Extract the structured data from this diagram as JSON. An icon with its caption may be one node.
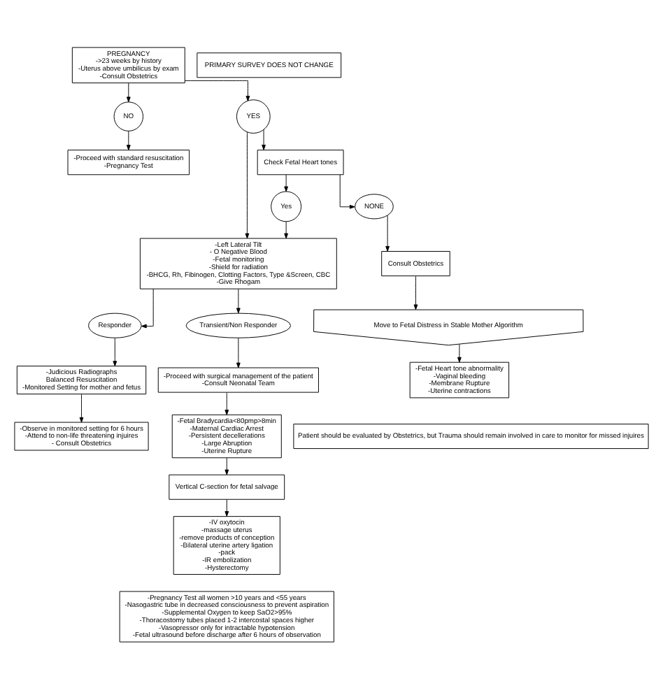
{
  "diagram": {
    "nodes": [
      {
        "text": [
          "PREGNANCY",
          "->23 weeks by history",
          "-Uterus above umbilicus by exam",
          "-Consult Obstetrics"
        ]
      },
      {
        "text": [
          "PRIMARY SURVEY DOES NOT CHANGE"
        ]
      },
      {
        "text": [
          "NO"
        ]
      },
      {
        "text": [
          "-Proceed with standard resuscitation",
          "-Pregnancy Test"
        ]
      },
      {
        "text": [
          "YES"
        ]
      },
      {
        "text": [
          "Check Fetal Heart tones"
        ]
      },
      {
        "text": [
          "Yes"
        ]
      },
      {
        "text": [
          "NONE"
        ]
      },
      {
        "text": [
          "Consult Obstetrics"
        ]
      },
      {
        "text": [
          "-Left Lateral Tilt",
          "- O Negative Blood",
          "-Fetal monitoring",
          "-Shield for radiation",
          "-BHCG, Rh, Fibinogen, Clotting Factors, Type &Screen, CBC",
          "-Give Rhogam"
        ]
      },
      {
        "text": [
          "Transient/Non Responder"
        ]
      },
      {
        "text": [
          "Responder"
        ]
      },
      {
        "text": [
          "Move to Fetal Distress in Stable Mother Algorithm"
        ]
      },
      {
        "text": [
          "-Proceed with surgical management of the patient",
          "-Consult Neonatal Team"
        ]
      },
      {
        "text": [
          "-Judicious Radiographs",
          "Balanced Resuscitation",
          "-Monitored Setting for mother and fetus"
        ]
      },
      {
        "text": [
          "-Fetal Heart tone abnormality",
          "-Vaginal bleeding",
          "-Membrane Rupture",
          "-Uterine contractions"
        ]
      },
      {
        "text": [
          "-Fetal Bradycardia<80pmp>8min",
          "-Maternal Cardiac Arrest",
          "-Persistent decellerations",
          "-Large Abruption",
          "-Uterine Rupture"
        ]
      },
      {
        "text": [
          "-Observe in monitored setting for 6 hours",
          "-Attend to non-life threatening injuires",
          "- Consult Obstetrics"
        ]
      },
      {
        "text": [
          "Patient should be evaluated by Obstetrics, but Trauma should remain involved in care to monitor for missed injuires"
        ]
      },
      {
        "text": [
          "Vertical C-section for fetal salvage"
        ]
      },
      {
        "text": [
          "-IV oxytocin",
          "-massage uterus",
          "-remove products of conception",
          "-Bilateral uterine artery ligation",
          "-pack",
          "-IR embolization",
          "-Hysterectomy"
        ]
      },
      {
        "text": [
          "-Pregnancy Test all women >10 years and <55 years",
          "-Nasogastric tube in decreased consciousness to prevent aspiration",
          "-Supplemental Oxygen to keep SaO2>95%",
          "-Thoracostomy tubes placed 1-2 intercostal spaces higher",
          "-Vasopressor only for intractable hypotension",
          "-Fetal ultrasound before discharge after 6 hours of observation"
        ]
      }
    ],
    "edges": [
      {
        "from": 0,
        "to": 2,
        "arrow": "to"
      },
      {
        "from": 2,
        "to": 3,
        "arrow": "to"
      },
      {
        "from": 0,
        "to": 4,
        "arrow": "to"
      },
      {
        "from": 4,
        "to": 5,
        "arrow": "to"
      },
      {
        "from": 4,
        "to": 9,
        "arrow": "to"
      },
      {
        "from": 5,
        "to": 6,
        "arrow": "to"
      },
      {
        "from": 6,
        "to": 9,
        "arrow": "to"
      },
      {
        "from": 5,
        "to": 7,
        "arrow": "to"
      },
      {
        "from": 7,
        "to": 8,
        "arrow": "to"
      },
      {
        "from": 8,
        "to": 12,
        "arrow": "to"
      },
      {
        "from": 12,
        "to": 15,
        "arrow": "to"
      },
      {
        "from": 9,
        "to": 10,
        "arrow": "to"
      },
      {
        "from": 9,
        "to": 11,
        "arrow": "to"
      },
      {
        "from": 10,
        "to": 13,
        "arrow": "to"
      },
      {
        "from": 11,
        "to": 14,
        "arrow": "to"
      },
      {
        "from": 13,
        "to": 16,
        "arrow": "to"
      },
      {
        "from": 14,
        "to": 17,
        "arrow": "to"
      },
      {
        "from": 16,
        "to": 19,
        "arrow": "to"
      },
      {
        "from": 19,
        "to": 20,
        "arrow": "to"
      }
    ]
  }
}
